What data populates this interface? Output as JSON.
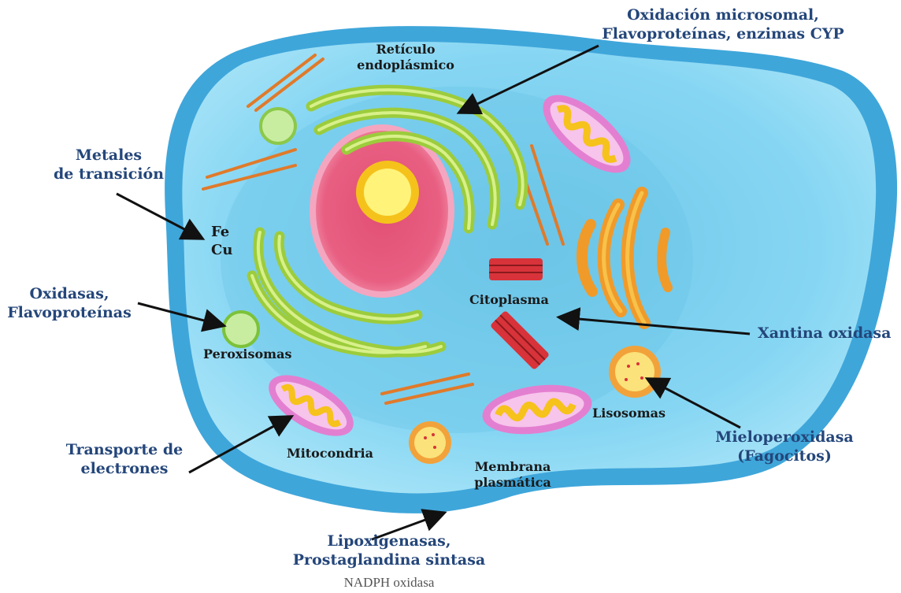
{
  "labels": {
    "oxidacion_microsomal": "Oxidación microsomal,",
    "flavoproteinas_cyp": "Flavoproteínas, enzimas CYP",
    "reticulo_1": "Retículo",
    "reticulo_2": "endoplásmico",
    "metales_1": "Metales",
    "metales_2": "de transición",
    "fe": "Fe",
    "cu": "Cu",
    "oxidasas": "Oxidasas,",
    "flavoproteinas": "Flavoproteínas",
    "peroxisomas": "Peroxisomas",
    "citoplasma": "Citoplasma",
    "xantina": "Xantina oxidasa",
    "lisosomas": "Lisosomas",
    "mieloperoxidasa": "Mieloperoxidasa",
    "fagocitos": "(Fagocitos)",
    "transporte_1": "Transporte de",
    "transporte_2": "electrones",
    "mitocondria": "Mitocondria",
    "membrana_1": "Membrana",
    "membrana_2": "plasmática",
    "lipoxigenasas": "Lipoxigenasas,",
    "prostaglandina": "Prostaglandina sintasa",
    "nadph": "NADPH oxidasa"
  },
  "colors": {
    "label_blue": "#24467a",
    "membrane": "#4aaee0",
    "cytoplasm": "#7fd3f2",
    "nucleus": "#e8587c",
    "nucleolus": "#fff06a",
    "er": "#a8d84a",
    "mitochondria": "#e69ad8",
    "golgi": "#f2a23a",
    "centriole": "#d8333a"
  }
}
